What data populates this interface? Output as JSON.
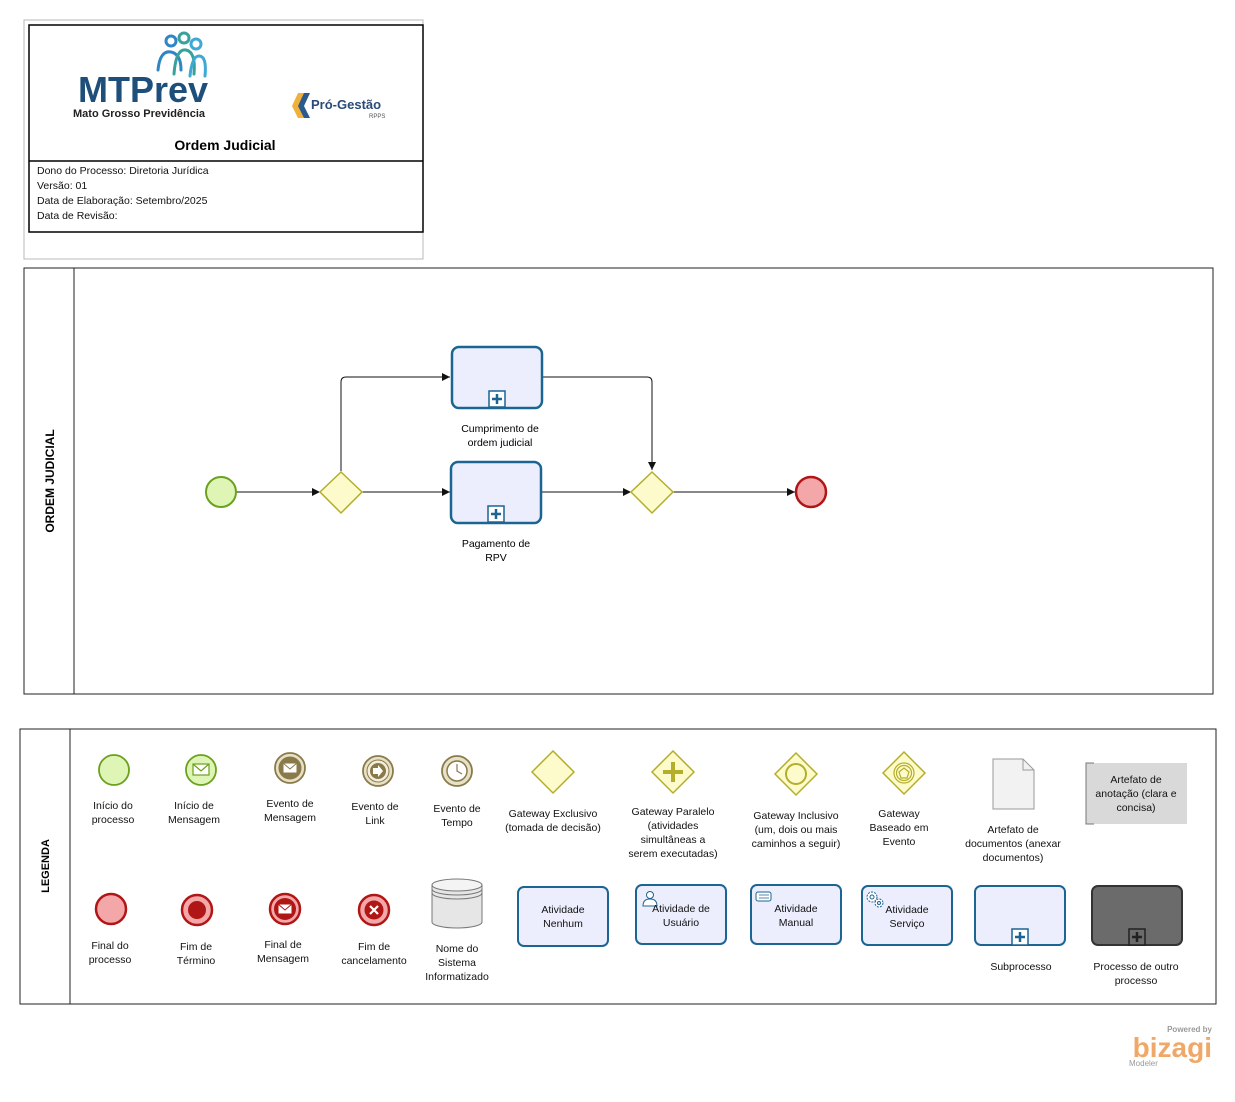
{
  "header": {
    "logo_text": "MTPrev",
    "org_name": "Mato Grosso Previdência",
    "partner_name": "Pró-Gestão",
    "partner_sub": "RPPS",
    "title": "Ordem Judicial",
    "info": [
      "Dono do Processo: Diretoria Jurídica",
      "Versão: 01",
      "Data de Elaboração: Setembro/2025",
      "Data de Revisão:"
    ]
  },
  "pool": {
    "lane_label": "ORDEM JUDICIAL",
    "tasks": {
      "cumprimento": [
        "Cumprimento de",
        "ordem judicial"
      ],
      "pagamento": [
        "Pagamento de",
        "RPV"
      ]
    }
  },
  "legend": {
    "lane_label": "LEGENDA",
    "items": {
      "inicio_processo": [
        "Início do",
        "processo"
      ],
      "inicio_mensagem": [
        "Início de",
        "Mensagem"
      ],
      "evento_mensagem": [
        "Evento de",
        "Mensagem"
      ],
      "evento_link": [
        "Evento de",
        "Link"
      ],
      "evento_tempo": [
        "Evento de",
        "Tempo"
      ],
      "gateway_exclusivo": [
        "Gateway  Exclusivo",
        "(tomada de decisão)"
      ],
      "gateway_paralelo": [
        "Gateway  Paralelo",
        "(atividades",
        "simultâneas a",
        "serem executadas)"
      ],
      "gateway_inclusivo": [
        "Gateway  Inclusivo",
        "(um, dois ou mais",
        "caminhos a seguir)"
      ],
      "gateway_evento": [
        "Gateway",
        "Baseado em",
        "Evento"
      ],
      "artefato_documentos": [
        "Artefato de",
        "documentos (anexar",
        "documentos)"
      ],
      "artefato_anotacao": [
        "Artefato de",
        "anotação (clara e",
        "concisa)"
      ],
      "final_processo": [
        "Final do",
        "processo"
      ],
      "fim_termino": [
        "Fim de",
        "Término"
      ],
      "final_mensagem": [
        "Final de",
        "Mensagem"
      ],
      "fim_cancelamento": [
        "Fim de",
        "cancelamento"
      ],
      "sistema": [
        "Nome do",
        "Sistema",
        "Informatizado"
      ],
      "atividade_nenhum": [
        "Atividade",
        "Nenhum"
      ],
      "atividade_usuario": [
        "Atividade de",
        "Usuário"
      ],
      "atividade_manual": [
        "Atividade",
        "Manual"
      ],
      "atividade_servico": [
        "Atividade",
        "Serviço"
      ],
      "subprocesso": [
        "Subprocesso"
      ],
      "processo_outro": [
        "Processo de outro",
        "processo"
      ]
    }
  },
  "footer": {
    "powered": "Powered by",
    "brand": "bizagi",
    "product": "Modeler"
  },
  "colors": {
    "task_fill": "#eceefd",
    "task_stroke": "#1c6492",
    "start_fill": "#dff5b6",
    "start_stroke": "#6aa11d",
    "end_fill": "#f4a7a8",
    "end_stroke": "#b11616",
    "gateway_fill": "#fdfbcb",
    "gateway_stroke": "#b4ae2a",
    "logo_blue": "#1e4f7a",
    "logo_teal": "#38a19a",
    "bizagi_orange": "#f0a868"
  }
}
